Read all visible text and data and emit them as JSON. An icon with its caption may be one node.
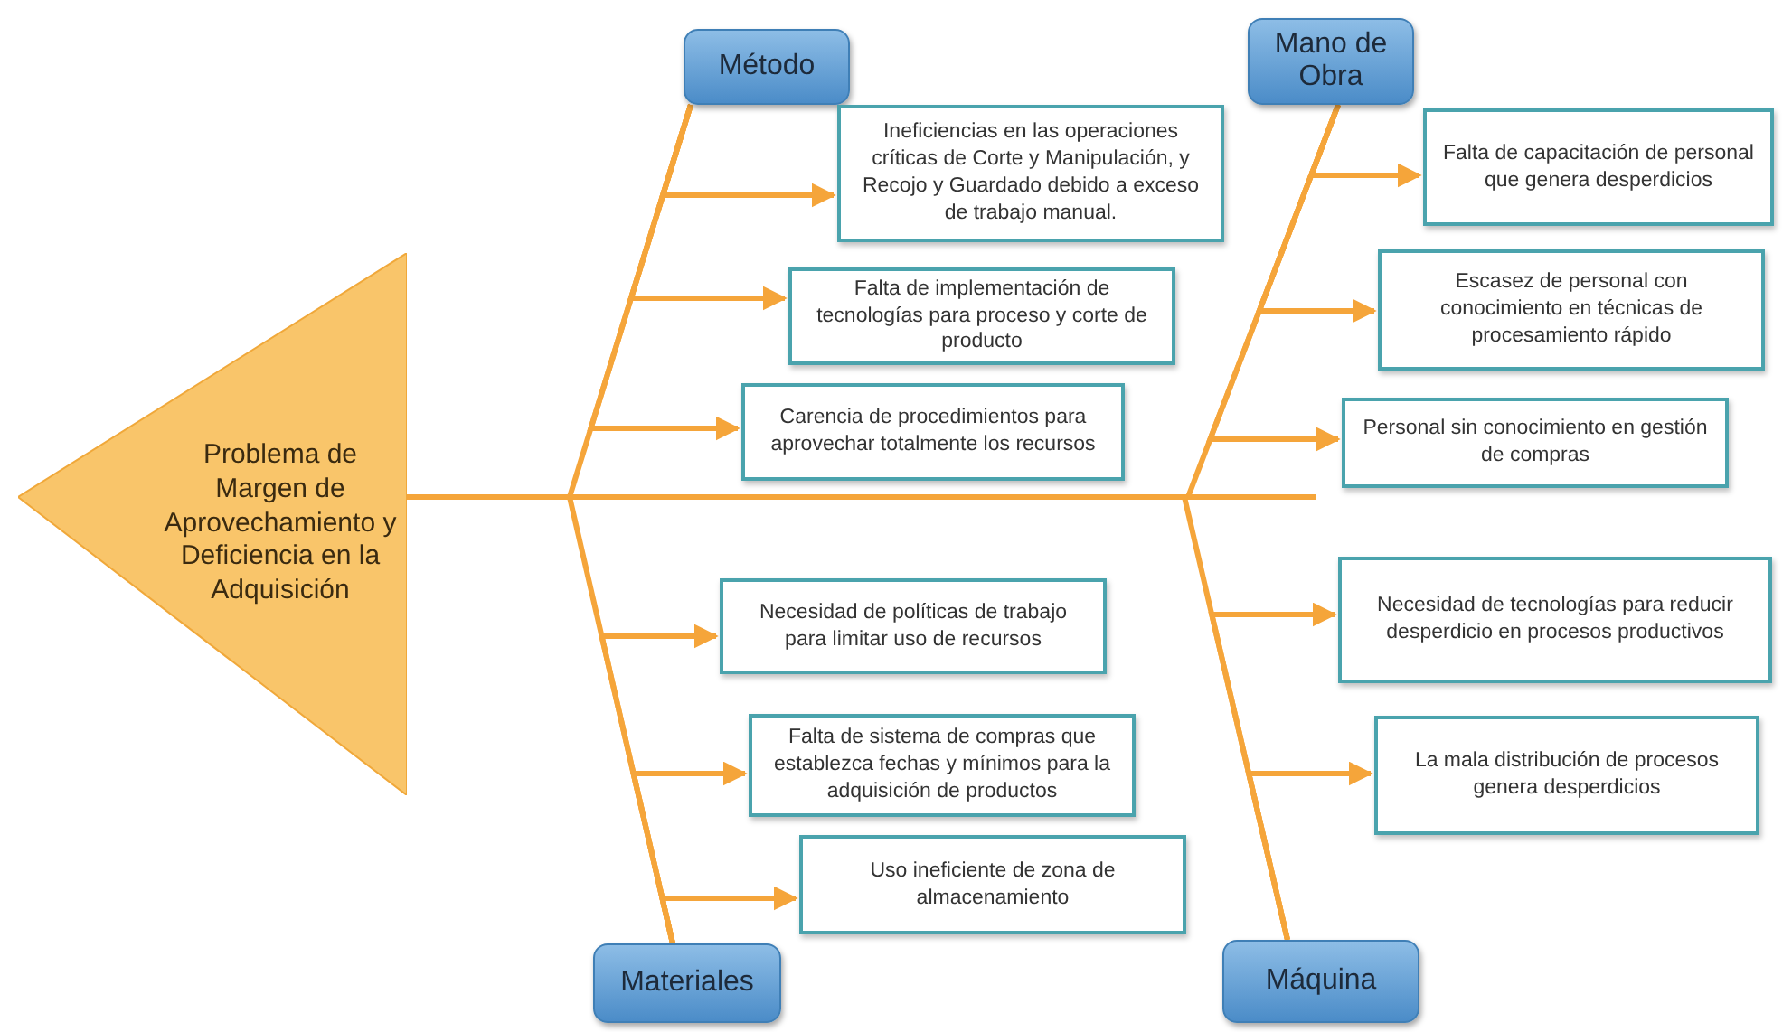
{
  "diagram": {
    "nodes": [
      {
        "text": [
          "Problema de Margen de Aprovechamiento y Deficiencia en la Adquisición"
        ]
      },
      {
        "text": [
          "Método"
        ]
      },
      {
        "text": [
          "Ineficiencias en las operaciones críticas de Corte y Manipulación, y Recojo y Guardado debido a exceso de trabajo manual."
        ]
      },
      {
        "text": [
          "Falta de implementación de tecnologías para proceso y corte de producto"
        ]
      },
      {
        "text": [
          "Carencia de procedimientos para aprovechar totalmente los recursos"
        ]
      },
      {
        "text": [
          "Mano de Obra"
        ]
      },
      {
        "text": [
          "Falta de capacitación de personal que genera desperdicios"
        ]
      },
      {
        "text": [
          "Escasez de personal con conocimiento en técnicas de procesamiento rápido"
        ]
      },
      {
        "text": [
          "Personal sin conocimiento en gestión de compras"
        ]
      },
      {
        "text": [
          "Materiales"
        ]
      },
      {
        "text": [
          "Necesidad de políticas de trabajo para limitar uso de recursos"
        ]
      },
      {
        "text": [
          "Falta de sistema de compras que establezca  fechas y mínimos para la adquisición de productos"
        ]
      },
      {
        "text": [
          "Uso ineficiente de zona de almacenamiento"
        ]
      },
      {
        "text": [
          "Máquina"
        ]
      },
      {
        "text": [
          "Necesidad de tecnologías para reducir desperdicio en procesos productivos"
        ]
      },
      {
        "text": [
          "La mala distribución de procesos genera desperdicios"
        ]
      }
    ],
    "edges": [
      {
        "from": 1,
        "to": 0,
        "arrow": "none"
      },
      {
        "from": 5,
        "to": 0,
        "arrow": "none"
      },
      {
        "from": 9,
        "to": 0,
        "arrow": "none"
      },
      {
        "from": 13,
        "to": 0,
        "arrow": "none"
      },
      {
        "from": 1,
        "to": 2,
        "arrow": "to"
      },
      {
        "from": 1,
        "to": 3,
        "arrow": "to"
      },
      {
        "from": 1,
        "to": 4,
        "arrow": "to"
      },
      {
        "from": 5,
        "to": 6,
        "arrow": "to"
      },
      {
        "from": 5,
        "to": 7,
        "arrow": "to"
      },
      {
        "from": 5,
        "to": 8,
        "arrow": "to"
      },
      {
        "from": 9,
        "to": 10,
        "arrow": "to"
      },
      {
        "from": 9,
        "to": 11,
        "arrow": "to"
      },
      {
        "from": 9,
        "to": 12,
        "arrow": "to"
      },
      {
        "from": 13,
        "to": 14,
        "arrow": "to"
      },
      {
        "from": 13,
        "to": 15,
        "arrow": "to"
      }
    ]
  }
}
